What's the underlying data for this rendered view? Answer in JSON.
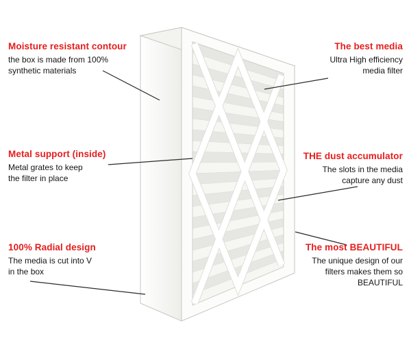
{
  "diagram": {
    "subject": "pleated-air-filter",
    "colors": {
      "accent_red": "#e51d1d",
      "body_text": "#141414",
      "frame_white": "#fcfcfa",
      "pleat_light": "#f6f6f3",
      "pleat_dark": "#e6e6e2",
      "callout_line": "#2a2a2a"
    }
  },
  "callouts": {
    "left": [
      {
        "heading": "Moisture resistant contour",
        "body": "the box is made from 100%\nsynthetic materials"
      },
      {
        "heading": "Metal support (inside)",
        "body": "Metal grates to keep\nthe filter in place"
      },
      {
        "heading": "100% Radial design",
        "body": "The media is cut into V\nin the box"
      }
    ],
    "right": [
      {
        "heading": "The best media",
        "body": "Ultra High efficiency\nmedia filter"
      },
      {
        "heading": "THE dust accumulator",
        "body": "The slots in the media\ncapture any dust"
      },
      {
        "heading": "The most BEAUTIFUL",
        "body": "The unique design of our\nfilters makes them so\nBEAUTIFUL"
      }
    ]
  }
}
